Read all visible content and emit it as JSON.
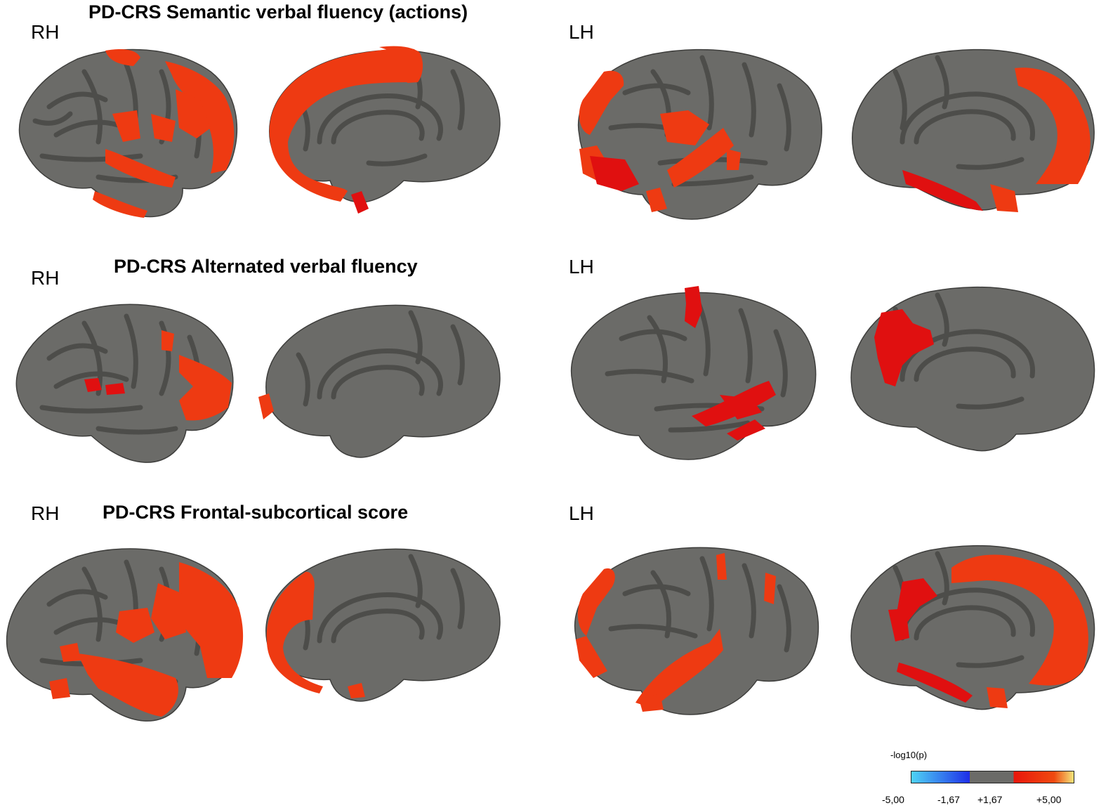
{
  "panels": [
    {
      "title": "PD-CRS Semantic verbal fluency (actions)",
      "left_label": "RH",
      "right_label": "LH"
    },
    {
      "title": "PD-CRS Alternated verbal fluency",
      "left_label": "RH",
      "right_label": "LH"
    },
    {
      "title": "PD-CRS Frontal-subcortical score",
      "left_label": "RH",
      "right_label": "LH"
    }
  ],
  "legend": {
    "title": "-log10(p)",
    "ticks": [
      "-5,00",
      "-1,67",
      "+1,67",
      "+5,00"
    ]
  },
  "colors": {
    "cortex": "#6b6b68",
    "sulcus": "#4d4d4a",
    "activation": "#ee3a12",
    "activation_dark": "#e01010",
    "legend_stops": [
      "#4fd3f5",
      "#1e2ee8",
      "#6b6b68",
      "#6b6b68",
      "#e8160c",
      "#f04a10",
      "#f4e47a"
    ]
  }
}
